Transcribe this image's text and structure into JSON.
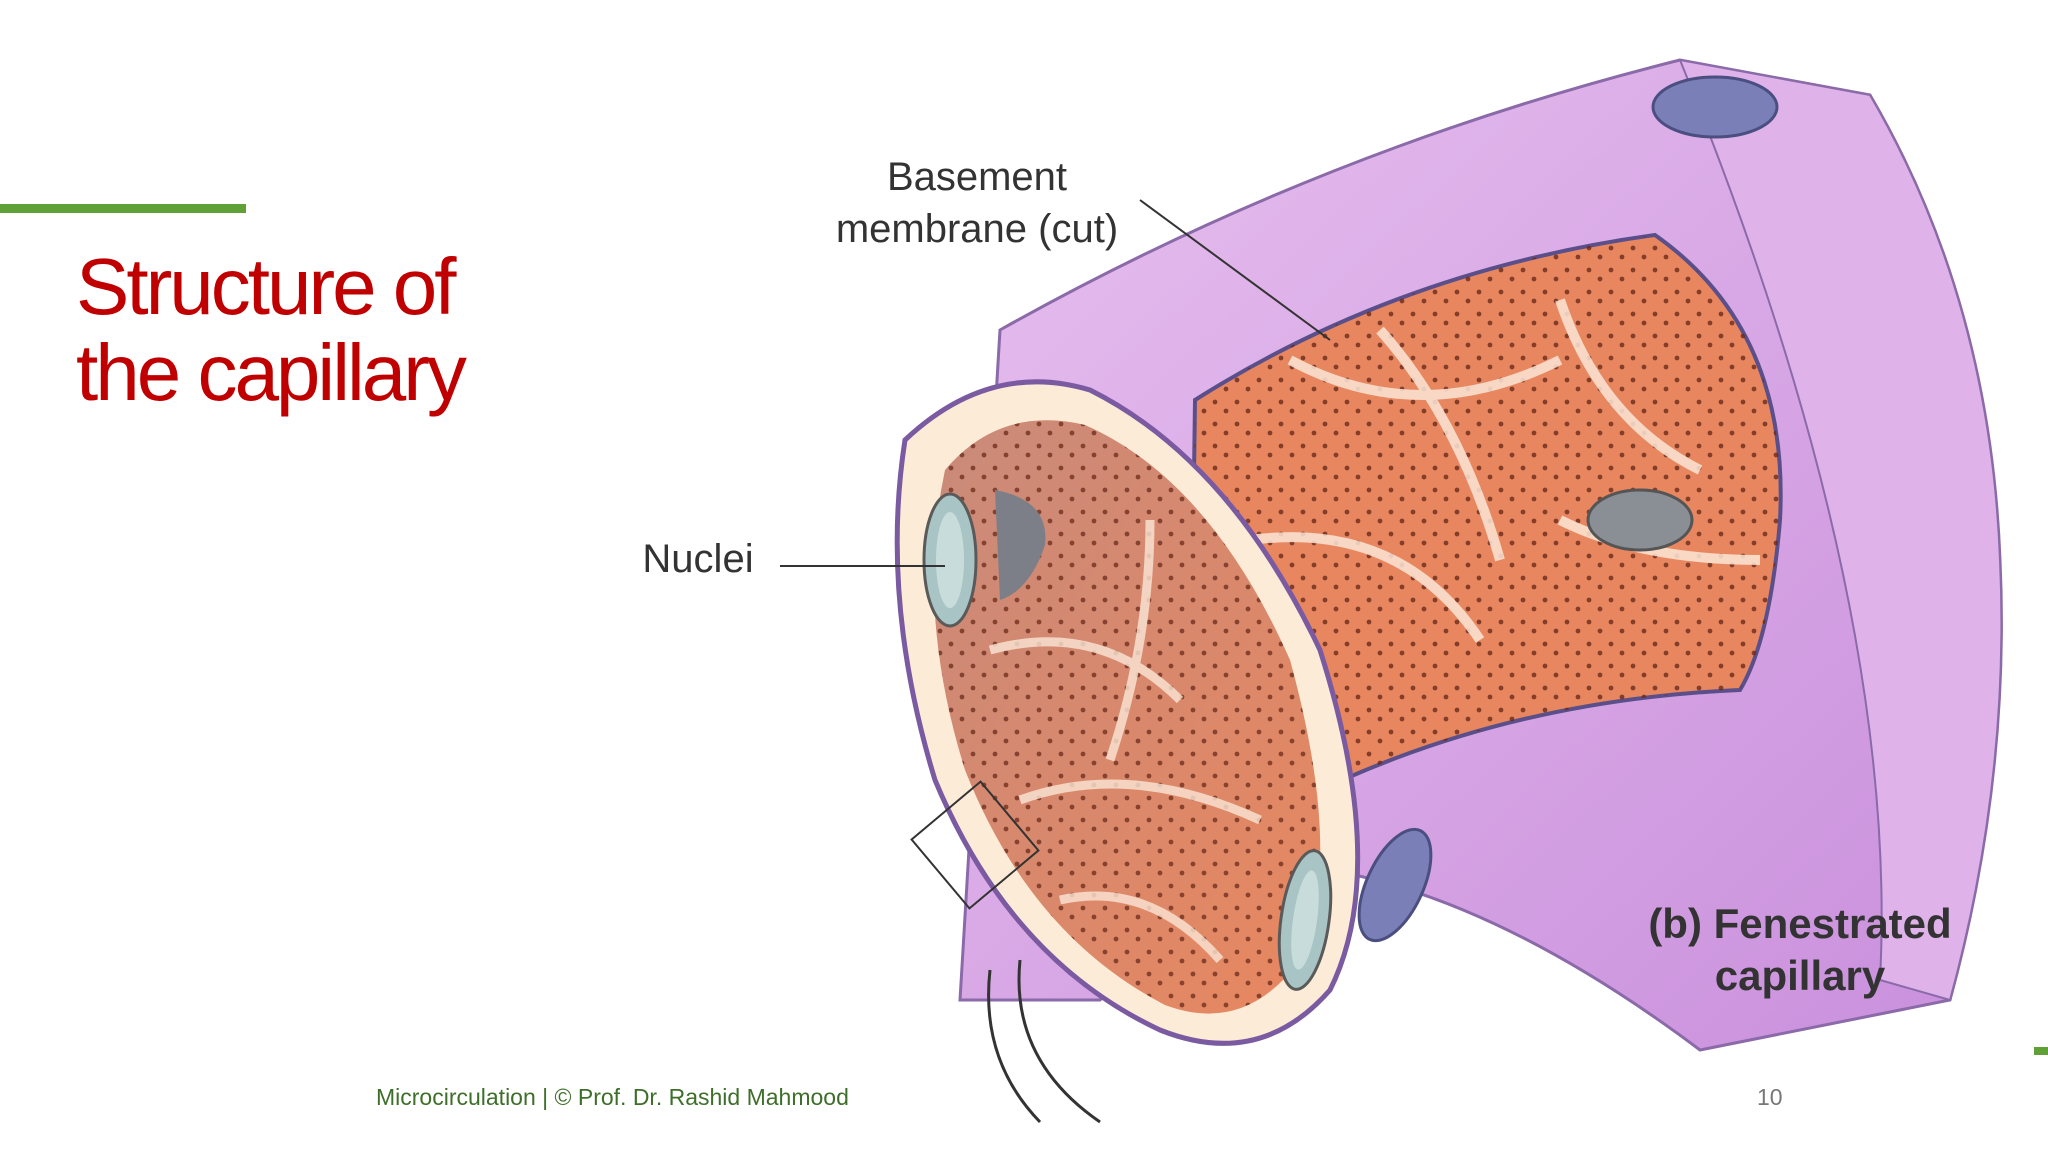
{
  "slide": {
    "title_line1": "Structure of",
    "title_line2": "the capillary",
    "footer_text": "Microcirculation   |   © Prof. Dr. Rashid Mahmood",
    "page_number": "10"
  },
  "figure": {
    "label_basement_line1": "Basement",
    "label_basement_line2": "membrane (cut)",
    "label_nuclei": "Nuclei",
    "caption_line1": "(b) Fenestrated",
    "caption_line2": "capillary"
  },
  "colors": {
    "accent_green": "#5fa037",
    "title_red": "#c00000",
    "outer_wall": "#d9a6e6",
    "inner_orange": "#e8875f",
    "nucleus": "#7a7fb8"
  }
}
